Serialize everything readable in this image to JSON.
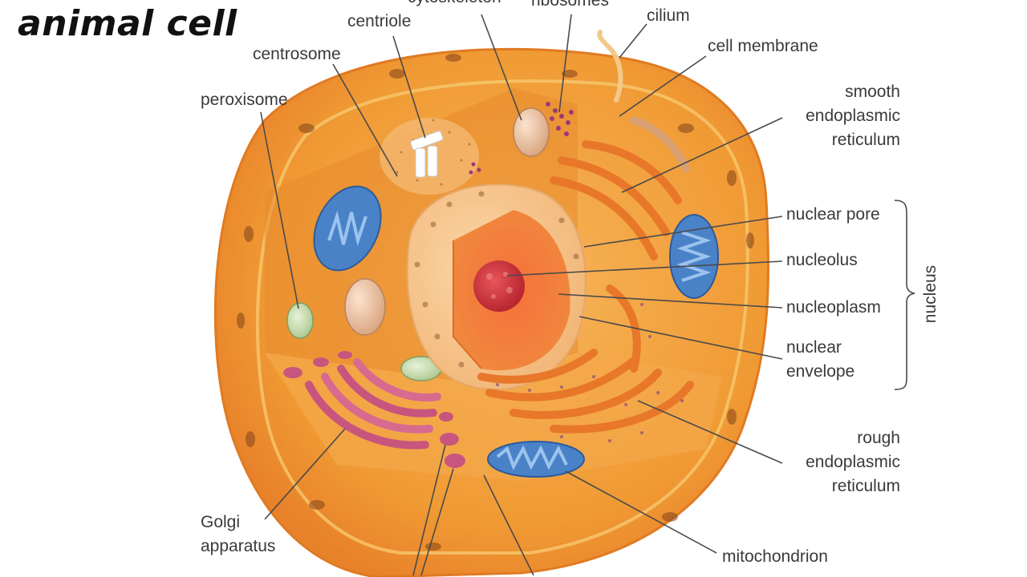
{
  "title": "animal cell",
  "labels": {
    "cytoskeleton": "cytoskeleton",
    "ribosomes": "ribosomes",
    "cilium": "cilium",
    "centriole": "centriole",
    "centrosome": "centrosome",
    "cell_membrane": "cell membrane",
    "peroxisome": "peroxisome",
    "smooth_er": [
      "smooth",
      "endoplasmic",
      "reticulum"
    ],
    "nuclear_pore": "nuclear pore",
    "nucleolus": "nucleolus",
    "nucleoplasm": "nucleoplasm",
    "nuclear_envelope": [
      "nuclear",
      "envelope"
    ],
    "nucleus": "nucleus",
    "rough_er": [
      "rough",
      "endoplasmic",
      "reticulum"
    ],
    "golgi": [
      "Golgi",
      "apparatus"
    ],
    "mitochondrion": "mitochondrion"
  },
  "colors": {
    "cytoplasm": "#f2a23a",
    "membrane": "#f6b75c",
    "nucleus": "#f7c48c",
    "nucleolus": "#d33a3e",
    "mitochondria": "#4a82c8",
    "golgi": "#c8557e",
    "er": "#e8772a"
  }
}
